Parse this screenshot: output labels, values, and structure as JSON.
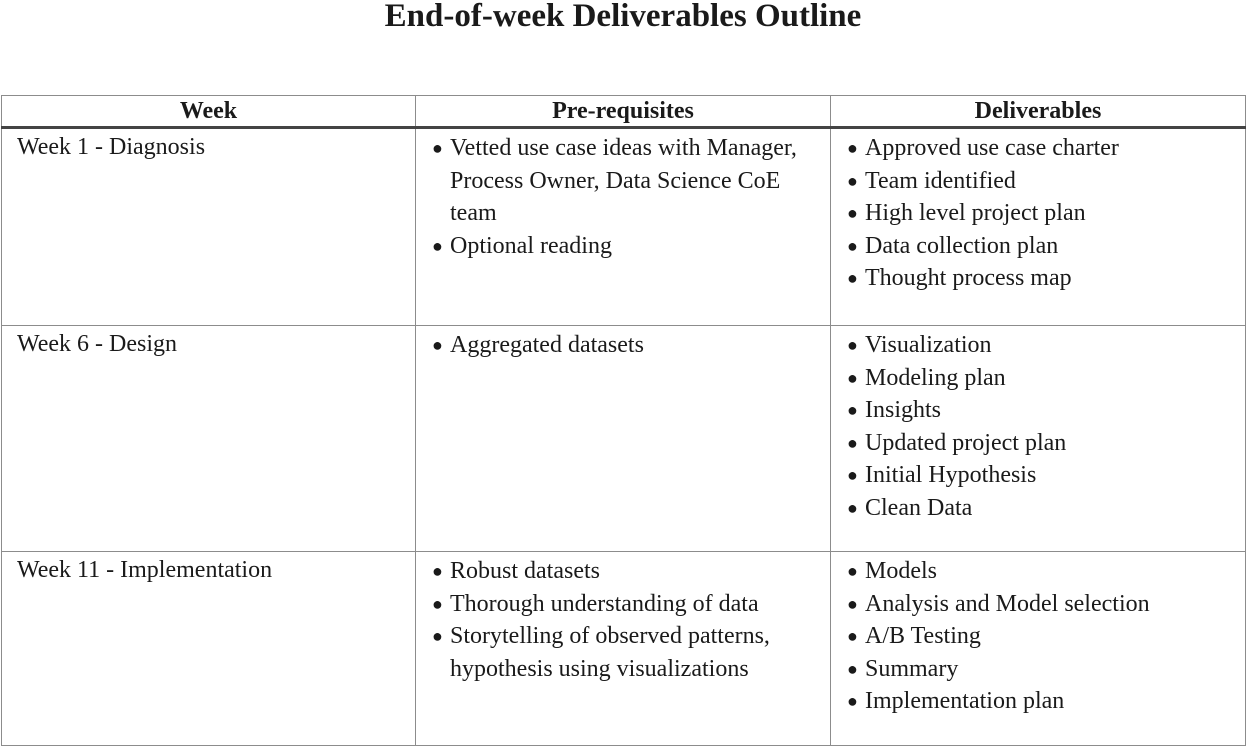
{
  "title": "End-of-week Deliverables Outline",
  "table": {
    "headers": [
      "Week",
      "Pre-requisites",
      "Deliverables"
    ],
    "rows": [
      {
        "week": "Week 1 - Diagnosis",
        "prerequisites": [
          "Vetted use case ideas with Manager, Process Owner, Data Science CoE team",
          "Optional reading"
        ],
        "deliverables": [
          "Approved use case charter",
          "Team identified",
          "High level project plan",
          "Data collection plan",
          "Thought process map"
        ]
      },
      {
        "week": "Week 6 - Design",
        "prerequisites": [
          "Aggregated datasets"
        ],
        "deliverables": [
          "Visualization",
          "Modeling plan",
          "Insights",
          "Updated project plan",
          "Initial Hypothesis",
          "Clean Data"
        ]
      },
      {
        "week": "Week 11 - Implementation",
        "prerequisites": [
          "Robust datasets",
          "Thorough understanding of data",
          "Storytelling of observed patterns, hypothesis using visualizations"
        ],
        "deliverables": [
          "Models",
          "Analysis and Model selection",
          "A/B Testing",
          "Summary",
          "Implementation plan"
        ]
      }
    ]
  }
}
